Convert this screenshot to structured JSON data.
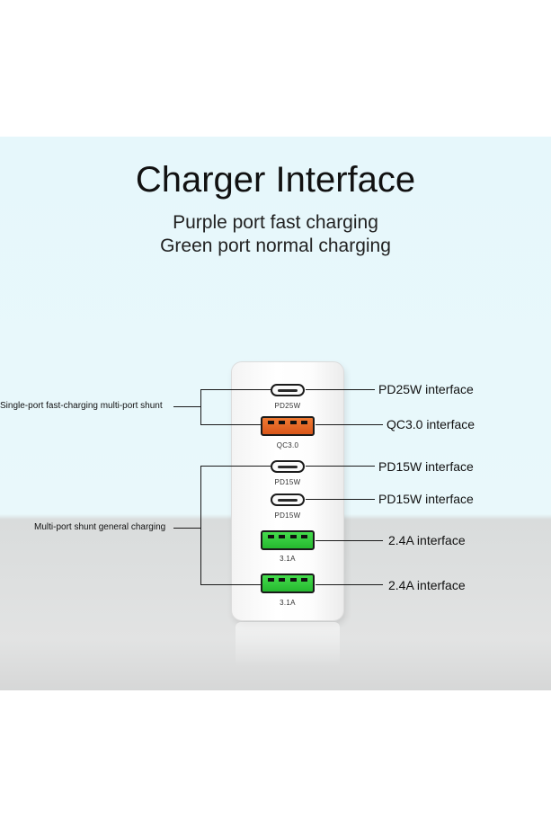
{
  "title": "Charger Interface",
  "subtitle_lines": [
    "Purple port fast charging",
    "Green port normal charging"
  ],
  "groups": {
    "fast": "Single-port fast-charging multi-port shunt",
    "general": "Multi-port shunt general charging"
  },
  "ports": [
    {
      "type": "usb-c",
      "label": "PD25W",
      "annotation": "PD25W interface"
    },
    {
      "type": "usb-a",
      "label": "QC3.0",
      "annotation": "QC3.0 interface",
      "color": "#e8641e"
    },
    {
      "type": "usb-c",
      "label": "PD15W",
      "annotation": "PD15W interface"
    },
    {
      "type": "usb-c",
      "label": "PD15W",
      "annotation": "PD15W interface"
    },
    {
      "type": "usb-a",
      "label": "3.1A",
      "annotation": "2.4A interface",
      "color": "#2fcf3a"
    },
    {
      "type": "usb-a",
      "label": "3.1A",
      "annotation": "2.4A interface",
      "color": "#2fcf3a"
    }
  ],
  "colors": {
    "background_top": "#e6f7fb",
    "floor": "#dcdddd",
    "qc_port": "#e8641e",
    "green_port": "#2fcf3a"
  }
}
